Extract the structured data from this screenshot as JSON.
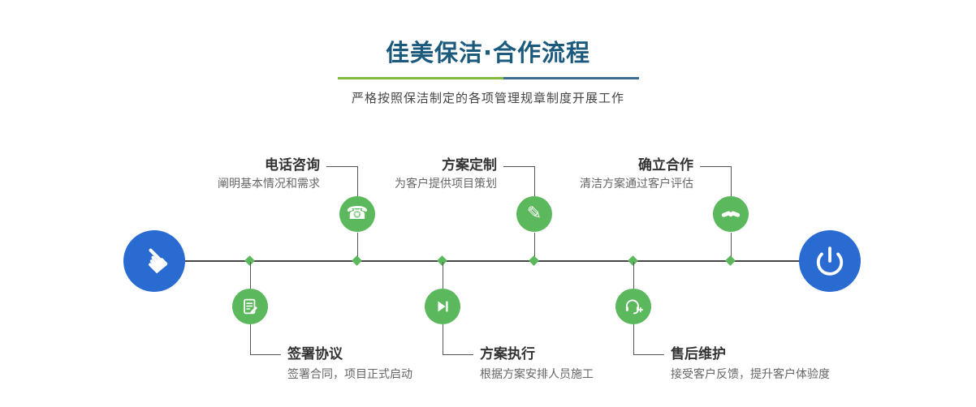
{
  "header": {
    "title": "佳美保洁·合作流程",
    "subtitle": "严格按照保洁制定的各项管理规章制度开展工作"
  },
  "timeline": {
    "start_node": {
      "icon": "hand-pointer-icon"
    },
    "end_node": {
      "icon": "power-icon"
    },
    "steps_top": [
      {
        "label": "电话咨询",
        "desc": "阐明基本情况和需求",
        "icon": "phone-icon"
      },
      {
        "label": "方案定制",
        "desc": "为客户提供项目策划",
        "icon": "pen-icon"
      },
      {
        "label": "确立合作",
        "desc": "清洁方案通过客户评估",
        "icon": "handshake-icon"
      }
    ],
    "steps_bottom": [
      {
        "label": "签署协议",
        "desc": "签署合同，项目正式启动",
        "icon": "contract-icon"
      },
      {
        "label": "方案执行",
        "desc": "根据方案安排人员施工",
        "icon": "play-icon"
      },
      {
        "label": "售后维护",
        "desc": "接受客户反馈，提升客户体验度",
        "icon": "headset-icon"
      }
    ]
  },
  "colors": {
    "title": "#1b5a7d",
    "accent_green": "#5cb85c",
    "accent_blue": "#2a6bd2",
    "timeline_line": "#454545"
  }
}
